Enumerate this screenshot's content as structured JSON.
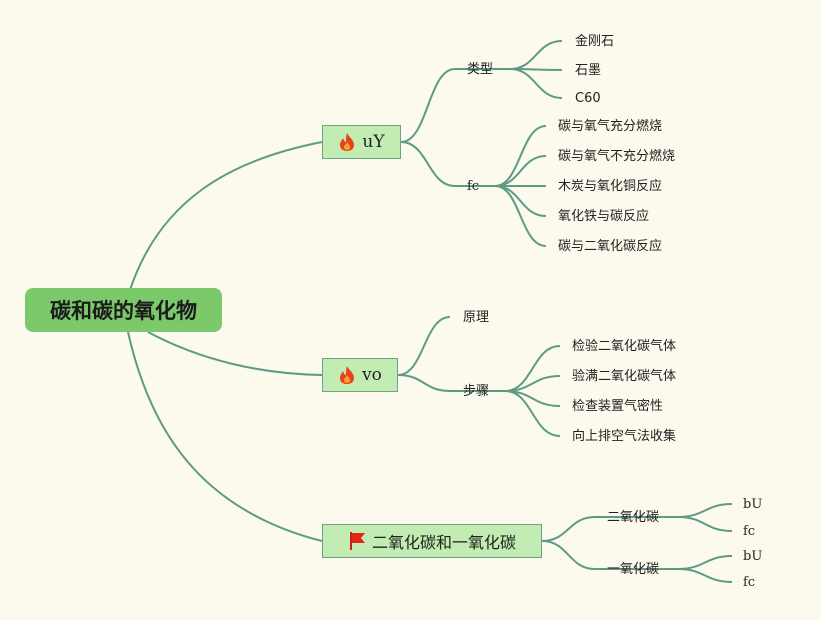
{
  "root": {
    "label": "碳和碳的氧化物"
  },
  "branches": [
    {
      "label": "uY",
      "icon": "fire-icon",
      "children": [
        {
          "label": "类型",
          "children": [
            "金刚石",
            "石墨",
            "C60"
          ]
        },
        {
          "label": "fc",
          "children": [
            "碳与氧气充分燃烧",
            "碳与氧气不充分燃烧",
            "木炭与氧化铜反应",
            "氧化铁与碳反应",
            "碳与二氧化碳反应"
          ]
        }
      ]
    },
    {
      "label": "vo",
      "icon": "fire-icon",
      "children": [
        {
          "label": "原理",
          "children": []
        },
        {
          "label": "步骤",
          "children": [
            "检验二氧化碳气体",
            "验满二氧化碳气体",
            "检查装置气密性",
            "向上排空气法收集"
          ]
        }
      ]
    },
    {
      "label": "二氧化碳和一氧化碳",
      "icon": "red-flag-icon",
      "children": [
        {
          "label": "二氧化碳",
          "children": [
            "bU",
            "fc"
          ]
        },
        {
          "label": "一氧化碳",
          "children": [
            "bU",
            "fc"
          ]
        }
      ]
    }
  ],
  "colors": {
    "background": "#fbfaec",
    "root": "#7bc96a",
    "branch": "#c3ecb2",
    "line": "#5e9a87"
  }
}
